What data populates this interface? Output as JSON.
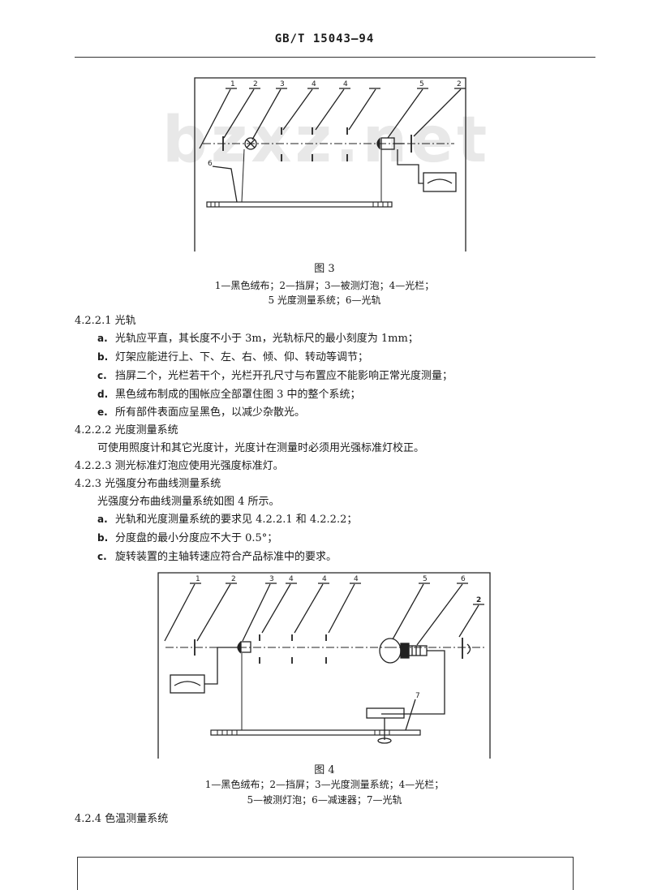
{
  "header": {
    "std_code": "GB/T 15043—94"
  },
  "watermark": "bzxz.net",
  "figure3": {
    "callouts": [
      "1",
      "2",
      "3",
      "4",
      "4",
      "5",
      "2"
    ],
    "label6": "6",
    "title": "图 3",
    "legend_line1": "1—黑色绒布；2—挡屏；3—被测灯泡；4—光栏；",
    "legend_line2": "5 光度测量系统；6—光轨"
  },
  "sections": [
    {
      "id": "s1",
      "text": "4.2.2.1  光轨"
    },
    {
      "id": "s2",
      "text": "4.2.2.2  光度测量系统"
    },
    {
      "id": "s3",
      "text": "4.2.2.3  测光标准灯泡应使用光强度标准灯。"
    },
    {
      "id": "s4",
      "text": "4.2.3  光强度分布曲线测量系统"
    },
    {
      "id": "s5",
      "text": "4.2.4  色温测量系统"
    }
  ],
  "items_a": [
    {
      "label": "a.",
      "text": "光轨应平直，其长度不小于 3m，光轨标尺的最小刻度为 1mm；"
    },
    {
      "label": "b.",
      "text": "灯架应能进行上、下、左、右、倾、仰、转动等调节；"
    },
    {
      "label": "c.",
      "text": "挡屏二个，光栏若干个，光栏开孔尺寸与布置应不能影响正常光度测量；"
    },
    {
      "label": "d.",
      "text": "黑色绒布制成的围帐应全部罩住图 3 中的整个系统；"
    },
    {
      "label": "e.",
      "text": "所有部件表面应呈黑色，以减少杂散光。"
    }
  ],
  "para_photometry": "可使用照度计和其它光度计，光度计在测量时必须用光强标准灯校正。",
  "para_distribution": "光强度分布曲线测量系统如图 4 所示。",
  "items_b": [
    {
      "label": "a.",
      "text": "光轨和光度测量系统的要求见 4.2.2.1 和 4.2.2.2；"
    },
    {
      "label": "b.",
      "text": "分度盘的最小分度应不大于 0.5°；"
    },
    {
      "label": "c.",
      "text": "旋转装置的主轴转速应符合产品标准中的要求。"
    }
  ],
  "figure4": {
    "callouts": [
      "1",
      "2",
      "3",
      "4",
      "4",
      "4",
      "5",
      "6"
    ],
    "label2": "2",
    "label7": "7",
    "title": "图 4",
    "legend_line1": "1—黑色绒布；2—挡屏；3—光度测量系统；4—光栏；",
    "legend_line2": "5—被测灯泡；6—减速器；7—光轨"
  }
}
